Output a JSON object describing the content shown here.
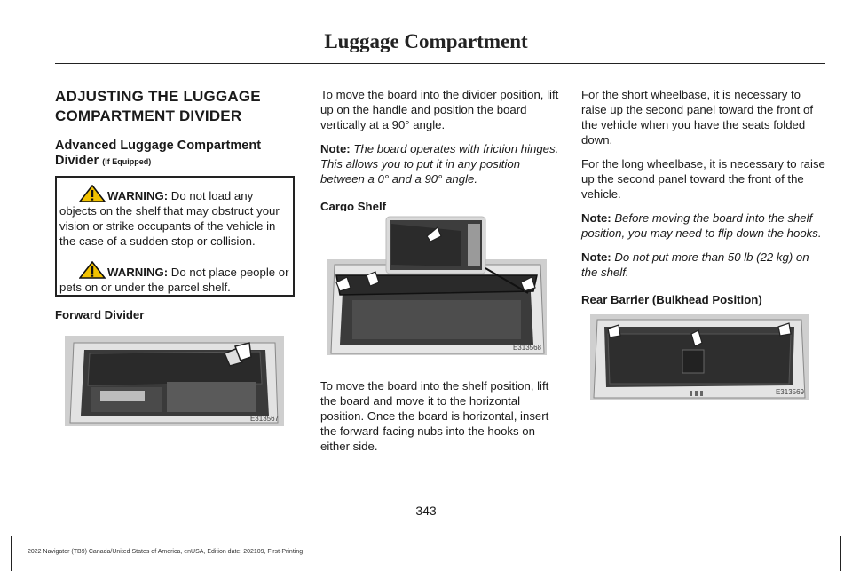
{
  "header": {
    "title": "Luggage Compartment"
  },
  "left": {
    "heading": "ADJUSTING THE LUGGAGE",
    "heading_line2": "COMPARTMENT DIVIDER",
    "subheading": "Advanced Luggage Compartment",
    "subheading_line2": "Divider",
    "if_equipped": "(If Equipped)",
    "warning1_label": "WARNING:",
    "warning1_text": " Do not load any objects on the shelf that may obstruct your vision or strike occupants of the vehicle in the case of a sudden stop or collision.",
    "warning2_label": "WARNING:",
    "warning2_text": " Do not place people or pets on or under the parcel shelf.",
    "forward_divider": "Forward Divider",
    "figure1_code": "E313567"
  },
  "middle": {
    "para1": "To move the board into the divider position, lift up on the handle and position the board vertically at a 90° angle.",
    "note_label": "Note:",
    "note_text": " The board operates with friction hinges. This allows you to put it in any position between a 0° and a 90° angle.",
    "cargo_shelf": "Cargo Shelf",
    "figure2_code": "E313568",
    "para2": "To move the board into the shelf position, lift the board and move it to the horizontal position. Once the board is horizontal, insert the forward-facing nubs into the hooks on either side."
  },
  "right": {
    "para1": "For the short wheelbase, it is necessary to raise up the second panel toward the front of the vehicle when you have the seats folded down.",
    "para2": "For the long wheelbase, it is necessary to raise up the second panel toward the front of the vehicle.",
    "note1_label": "Note:",
    "note1_text": " Before moving the board into the shelf position, you may need to flip down the hooks.",
    "note2_label": "Note:",
    "note2_text": " Do not put more than 50 lb (22 kg) on the shelf.",
    "rear_barrier": "Rear Barrier (Bulkhead Position)",
    "figure3_code": "E313569"
  },
  "footer": {
    "page_number": "343",
    "edition": "2022 Navigator (TB9) Canada/United States of America, enUSA, Edition date: 202109, First-Printing"
  }
}
